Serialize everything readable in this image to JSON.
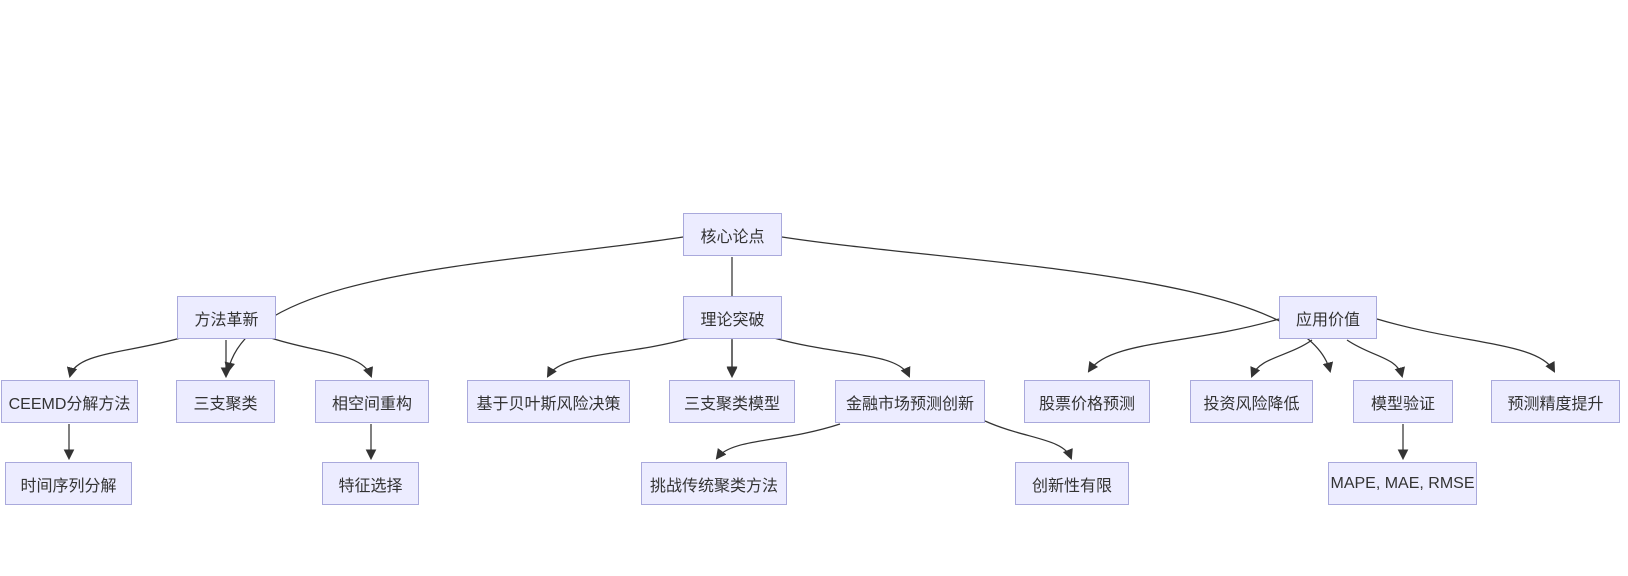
{
  "diagram_type": "flowchart-top-down",
  "colors": {
    "background": "#ffffff",
    "node_fill": "#ececff",
    "node_border": "#a9a9dc",
    "node_text": "#333333",
    "edge": "#333333"
  },
  "nodes": {
    "root": {
      "label": "核心论点"
    },
    "method": {
      "label": "方法革新"
    },
    "theory": {
      "label": "理论突破"
    },
    "value": {
      "label": "应用价值"
    },
    "ceemd": {
      "label": "CEEMD分解方法"
    },
    "threeway": {
      "label": "三支聚类"
    },
    "phase": {
      "label": "相空间重构"
    },
    "bayes": {
      "label": "基于贝叶斯风险决策"
    },
    "twmodel": {
      "label": "三支聚类模型"
    },
    "finance": {
      "label": "金融市场预测创新"
    },
    "stock": {
      "label": "股票价格预测"
    },
    "risk": {
      "label": "投资风险降低"
    },
    "validate": {
      "label": "模型验证"
    },
    "precision": {
      "label": "预测精度提升"
    },
    "timeseries": {
      "label": "时间序列分解"
    },
    "feature": {
      "label": "特征选择"
    },
    "challenge": {
      "label": "挑战传统聚类方法"
    },
    "limited": {
      "label": "创新性有限"
    },
    "metrics": {
      "label": "MAPE, MAE, RMSE"
    }
  },
  "edges": [
    {
      "from": "root",
      "to": "method"
    },
    {
      "from": "root",
      "to": "theory"
    },
    {
      "from": "root",
      "to": "value"
    },
    {
      "from": "method",
      "to": "ceemd"
    },
    {
      "from": "method",
      "to": "threeway"
    },
    {
      "from": "method",
      "to": "phase"
    },
    {
      "from": "theory",
      "to": "bayes"
    },
    {
      "from": "theory",
      "to": "twmodel"
    },
    {
      "from": "theory",
      "to": "finance"
    },
    {
      "from": "value",
      "to": "stock"
    },
    {
      "from": "value",
      "to": "risk"
    },
    {
      "from": "value",
      "to": "validate"
    },
    {
      "from": "value",
      "to": "precision"
    },
    {
      "from": "ceemd",
      "to": "timeseries"
    },
    {
      "from": "phase",
      "to": "feature"
    },
    {
      "from": "finance",
      "to": "challenge"
    },
    {
      "from": "finance",
      "to": "limited"
    },
    {
      "from": "validate",
      "to": "metrics"
    }
  ]
}
